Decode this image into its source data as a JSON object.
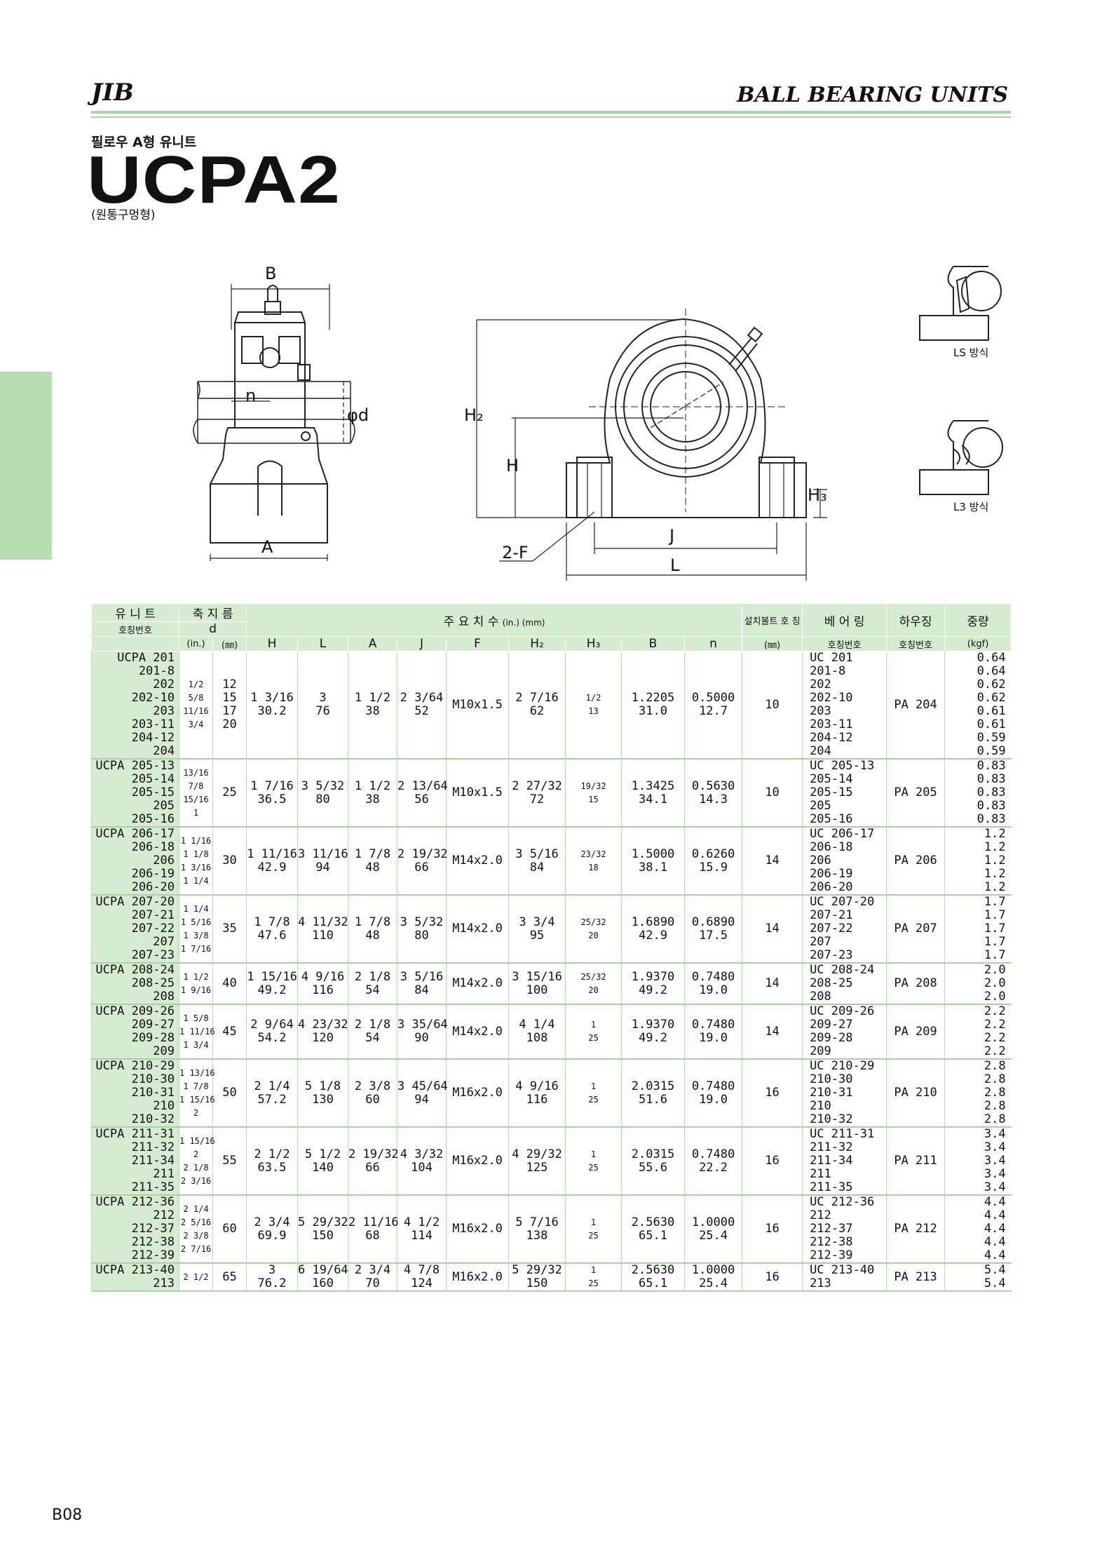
{
  "header": {
    "brand": "JIB",
    "series": "BALL BEARING UNITS",
    "subtitle": "필로우 A형 유니트",
    "model": "UCPA2",
    "variant": "(원통구멍형)"
  },
  "drawing": {
    "labels": [
      "B",
      "n",
      "φd",
      "A",
      "H₂",
      "H",
      "H₃",
      "J",
      "L",
      "2-F"
    ],
    "seal_types": [
      "LS 방식",
      "L3 방식"
    ]
  },
  "table": {
    "headers": {
      "unit": "유 니 트",
      "unit_no": "호칭번호",
      "shaft": "축 지 름",
      "shaft_d": "d",
      "shaft_in": "(in.)",
      "shaft_mm": "(㎜)",
      "main_dims": "주 요 치 수",
      "main_units": "(in.) (mm)",
      "bolt": "설치볼트 호 칭",
      "bolt_mm": "(㎜)",
      "bearing": "베 어 링",
      "bearing_no": "호칭번호",
      "housing": "하우징",
      "housing_no": "호칭번호",
      "weight": "중량",
      "weight_unit": "(kgf)",
      "dims": [
        "H",
        "L",
        "A",
        "J",
        "F",
        "H₂",
        "H₃",
        "B",
        "n"
      ]
    },
    "groups": [
      {
        "units": [
          "UCPA 201",
          "201-8",
          "202",
          "202-10",
          "203",
          "203-11",
          "204-12",
          "204"
        ],
        "d_in": [
          "",
          "1/2",
          "",
          "5/8",
          "",
          "11/16",
          "3/4",
          ""
        ],
        "d_mm": [
          "12",
          "15",
          "17",
          "20"
        ],
        "H": [
          "1 3/16",
          "30.2"
        ],
        "L": [
          "3",
          "76"
        ],
        "A": [
          "1 1/2",
          "38"
        ],
        "J": [
          "2 3/64",
          "52"
        ],
        "F": "M10x1.5",
        "H2": [
          "2 7/16",
          "62"
        ],
        "H3": [
          "1/2",
          "13"
        ],
        "B": [
          "1.2205",
          "31.0"
        ],
        "n": [
          "0.5000",
          "12.7"
        ],
        "bolt": "10",
        "bearings": [
          "UC 201",
          "201-8",
          "202",
          "202-10",
          "203",
          "203-11",
          "204-12",
          "204"
        ],
        "housing": "PA 204",
        "weights": [
          "0.64",
          "0.64",
          "0.62",
          "0.62",
          "0.61",
          "0.61",
          "0.59",
          "0.59"
        ]
      },
      {
        "units": [
          "UCPA 205-13",
          "205-14",
          "205-15",
          "205",
          "205-16"
        ],
        "d_in": [
          "13/16",
          "7/8",
          "15/16",
          "",
          "1"
        ],
        "d_mm": [
          "25"
        ],
        "H": [
          "1 7/16",
          "36.5"
        ],
        "L": [
          "3 5/32",
          "80"
        ],
        "A": [
          "1 1/2",
          "38"
        ],
        "J": [
          "2 13/64",
          "56"
        ],
        "F": "M10x1.5",
        "H2": [
          "2 27/32",
          "72"
        ],
        "H3": [
          "19/32",
          "15"
        ],
        "B": [
          "1.3425",
          "34.1"
        ],
        "n": [
          "0.5630",
          "14.3"
        ],
        "bolt": "10",
        "bearings": [
          "UC 205-13",
          "205-14",
          "205-15",
          "205",
          "205-16"
        ],
        "housing": "PA 205",
        "weights": [
          "0.83",
          "0.83",
          "0.83",
          "0.83",
          "0.83"
        ]
      },
      {
        "units": [
          "UCPA 206-17",
          "206-18",
          "206",
          "206-19",
          "206-20"
        ],
        "d_in": [
          "1 1/16",
          "1 1/8",
          "",
          "1 3/16",
          "1 1/4"
        ],
        "d_mm": [
          "30"
        ],
        "H": [
          "1 11/16",
          "42.9"
        ],
        "L": [
          "3 11/16",
          "94"
        ],
        "A": [
          "1 7/8",
          "48"
        ],
        "J": [
          "2 19/32",
          "66"
        ],
        "F": "M14x2.0",
        "H2": [
          "3 5/16",
          "84"
        ],
        "H3": [
          "23/32",
          "18"
        ],
        "B": [
          "1.5000",
          "38.1"
        ],
        "n": [
          "0.6260",
          "15.9"
        ],
        "bolt": "14",
        "bearings": [
          "UC 206-17",
          "206-18",
          "206",
          "206-19",
          "206-20"
        ],
        "housing": "PA 206",
        "weights": [
          "1.2",
          "1.2",
          "1.2",
          "1.2",
          "1.2"
        ]
      },
      {
        "units": [
          "UCPA 207-20",
          "207-21",
          "207-22",
          "207",
          "207-23"
        ],
        "d_in": [
          "1 1/4",
          "1 5/16",
          "1 3/8",
          "",
          "1 7/16"
        ],
        "d_mm": [
          "35"
        ],
        "H": [
          "1 7/8",
          "47.6"
        ],
        "L": [
          "4 11/32",
          "110"
        ],
        "A": [
          "1 7/8",
          "48"
        ],
        "J": [
          "3 5/32",
          "80"
        ],
        "F": "M14x2.0",
        "H2": [
          "3 3/4",
          "95"
        ],
        "H3": [
          "25/32",
          "20"
        ],
        "B": [
          "1.6890",
          "42.9"
        ],
        "n": [
          "0.6890",
          "17.5"
        ],
        "bolt": "14",
        "bearings": [
          "UC 207-20",
          "207-21",
          "207-22",
          "207",
          "207-23"
        ],
        "housing": "PA 207",
        "weights": [
          "1.7",
          "1.7",
          "1.7",
          "1.7",
          "1.7"
        ]
      },
      {
        "units": [
          "UCPA 208-24",
          "208-25",
          "208"
        ],
        "d_in": [
          "1 1/2",
          "1 9/16",
          ""
        ],
        "d_mm": [
          "40"
        ],
        "H": [
          "1 15/16",
          "49.2"
        ],
        "L": [
          "4 9/16",
          "116"
        ],
        "A": [
          "2 1/8",
          "54"
        ],
        "J": [
          "3 5/16",
          "84"
        ],
        "F": "M14x2.0",
        "H2": [
          "3 15/16",
          "100"
        ],
        "H3": [
          "25/32",
          "20"
        ],
        "B": [
          "1.9370",
          "49.2"
        ],
        "n": [
          "0.7480",
          "19.0"
        ],
        "bolt": "14",
        "bearings": [
          "UC 208-24",
          "208-25",
          "208"
        ],
        "housing": "PA 208",
        "weights": [
          "2.0",
          "2.0",
          "2.0"
        ]
      },
      {
        "units": [
          "UCPA 209-26",
          "209-27",
          "209-28",
          "209"
        ],
        "d_in": [
          "1 5/8",
          "1 11/16",
          "1 3/4",
          ""
        ],
        "d_mm": [
          "45"
        ],
        "H": [
          "2 9/64",
          "54.2"
        ],
        "L": [
          "4 23/32",
          "120"
        ],
        "A": [
          "2 1/8",
          "54"
        ],
        "J": [
          "3 35/64",
          "90"
        ],
        "F": "M14x2.0",
        "H2": [
          "4 1/4",
          "108"
        ],
        "H3": [
          "1",
          "25"
        ],
        "B": [
          "1.9370",
          "49.2"
        ],
        "n": [
          "0.7480",
          "19.0"
        ],
        "bolt": "14",
        "bearings": [
          "UC 209-26",
          "209-27",
          "209-28",
          "209"
        ],
        "housing": "PA 209",
        "weights": [
          "2.2",
          "2.2",
          "2.2",
          "2.2"
        ]
      },
      {
        "units": [
          "UCPA 210-29",
          "210-30",
          "210-31",
          "210",
          "210-32"
        ],
        "d_in": [
          "1 13/16",
          "1 7/8",
          "1 15/16",
          "",
          "2"
        ],
        "d_mm": [
          "50"
        ],
        "H": [
          "2 1/4",
          "57.2"
        ],
        "L": [
          "5 1/8",
          "130"
        ],
        "A": [
          "2 3/8",
          "60"
        ],
        "J": [
          "3 45/64",
          "94"
        ],
        "F": "M16x2.0",
        "H2": [
          "4 9/16",
          "116"
        ],
        "H3": [
          "1",
          "25"
        ],
        "B": [
          "2.0315",
          "51.6"
        ],
        "n": [
          "0.7480",
          "19.0"
        ],
        "bolt": "16",
        "bearings": [
          "UC 210-29",
          "210-30",
          "210-31",
          "210",
          "210-32"
        ],
        "housing": "PA 210",
        "weights": [
          "2.8",
          "2.8",
          "2.8",
          "2.8",
          "2.8"
        ]
      },
      {
        "units": [
          "UCPA 211-31",
          "211-32",
          "211-34",
          "211",
          "211-35"
        ],
        "d_in": [
          "1 15/16",
          "2",
          "2 1/8",
          "",
          "2 3/16"
        ],
        "d_mm": [
          "55"
        ],
        "H": [
          "2 1/2",
          "63.5"
        ],
        "L": [
          "5 1/2",
          "140"
        ],
        "A": [
          "2 19/32",
          "66"
        ],
        "J": [
          "4 3/32",
          "104"
        ],
        "F": "M16x2.0",
        "H2": [
          "4 29/32",
          "125"
        ],
        "H3": [
          "1",
          "25"
        ],
        "B": [
          "2.0315",
          "55.6"
        ],
        "n": [
          "0.7480",
          "22.2"
        ],
        "bolt": "16",
        "bearings": [
          "UC 211-31",
          "211-32",
          "211-34",
          "211",
          "211-35"
        ],
        "housing": "PA 211",
        "weights": [
          "3.4",
          "3.4",
          "3.4",
          "3.4",
          "3.4"
        ]
      },
      {
        "units": [
          "UCPA 212-36",
          "212",
          "212-37",
          "212-38",
          "212-39"
        ],
        "d_in": [
          "2 1/4",
          "",
          "2 5/16",
          "2 3/8",
          "2 7/16"
        ],
        "d_mm": [
          "60"
        ],
        "H": [
          "2 3/4",
          "69.9"
        ],
        "L": [
          "5 29/32",
          "150"
        ],
        "A": [
          "2 11/16",
          "68"
        ],
        "J": [
          "4 1/2",
          "114"
        ],
        "F": "M16x2.0",
        "H2": [
          "5 7/16",
          "138"
        ],
        "H3": [
          "1",
          "25"
        ],
        "B": [
          "2.5630",
          "65.1"
        ],
        "n": [
          "1.0000",
          "25.4"
        ],
        "bolt": "16",
        "bearings": [
          "UC 212-36",
          "212",
          "212-37",
          "212-38",
          "212-39"
        ],
        "housing": "PA 212",
        "weights": [
          "4.4",
          "4.4",
          "4.4",
          "4.4",
          "4.4"
        ]
      },
      {
        "units": [
          "UCPA 213-40",
          "213"
        ],
        "d_in": [
          "2 1/2",
          ""
        ],
        "d_mm": [
          "65"
        ],
        "H": [
          "3",
          "76.2"
        ],
        "L": [
          "6 19/64",
          "160"
        ],
        "A": [
          "2 3/4",
          "70"
        ],
        "J": [
          "4 7/8",
          "124"
        ],
        "F": "M16x2.0",
        "H2": [
          "5 29/32",
          "150"
        ],
        "H3": [
          "1",
          "25"
        ],
        "B": [
          "2.5630",
          "65.1"
        ],
        "n": [
          "1.0000",
          "25.4"
        ],
        "bolt": "16",
        "bearings": [
          "UC 213-40",
          "213"
        ],
        "housing": "PA 213",
        "weights": [
          "5.4",
          "5.4"
        ]
      }
    ]
  },
  "footer": {
    "page_number": "B08"
  }
}
